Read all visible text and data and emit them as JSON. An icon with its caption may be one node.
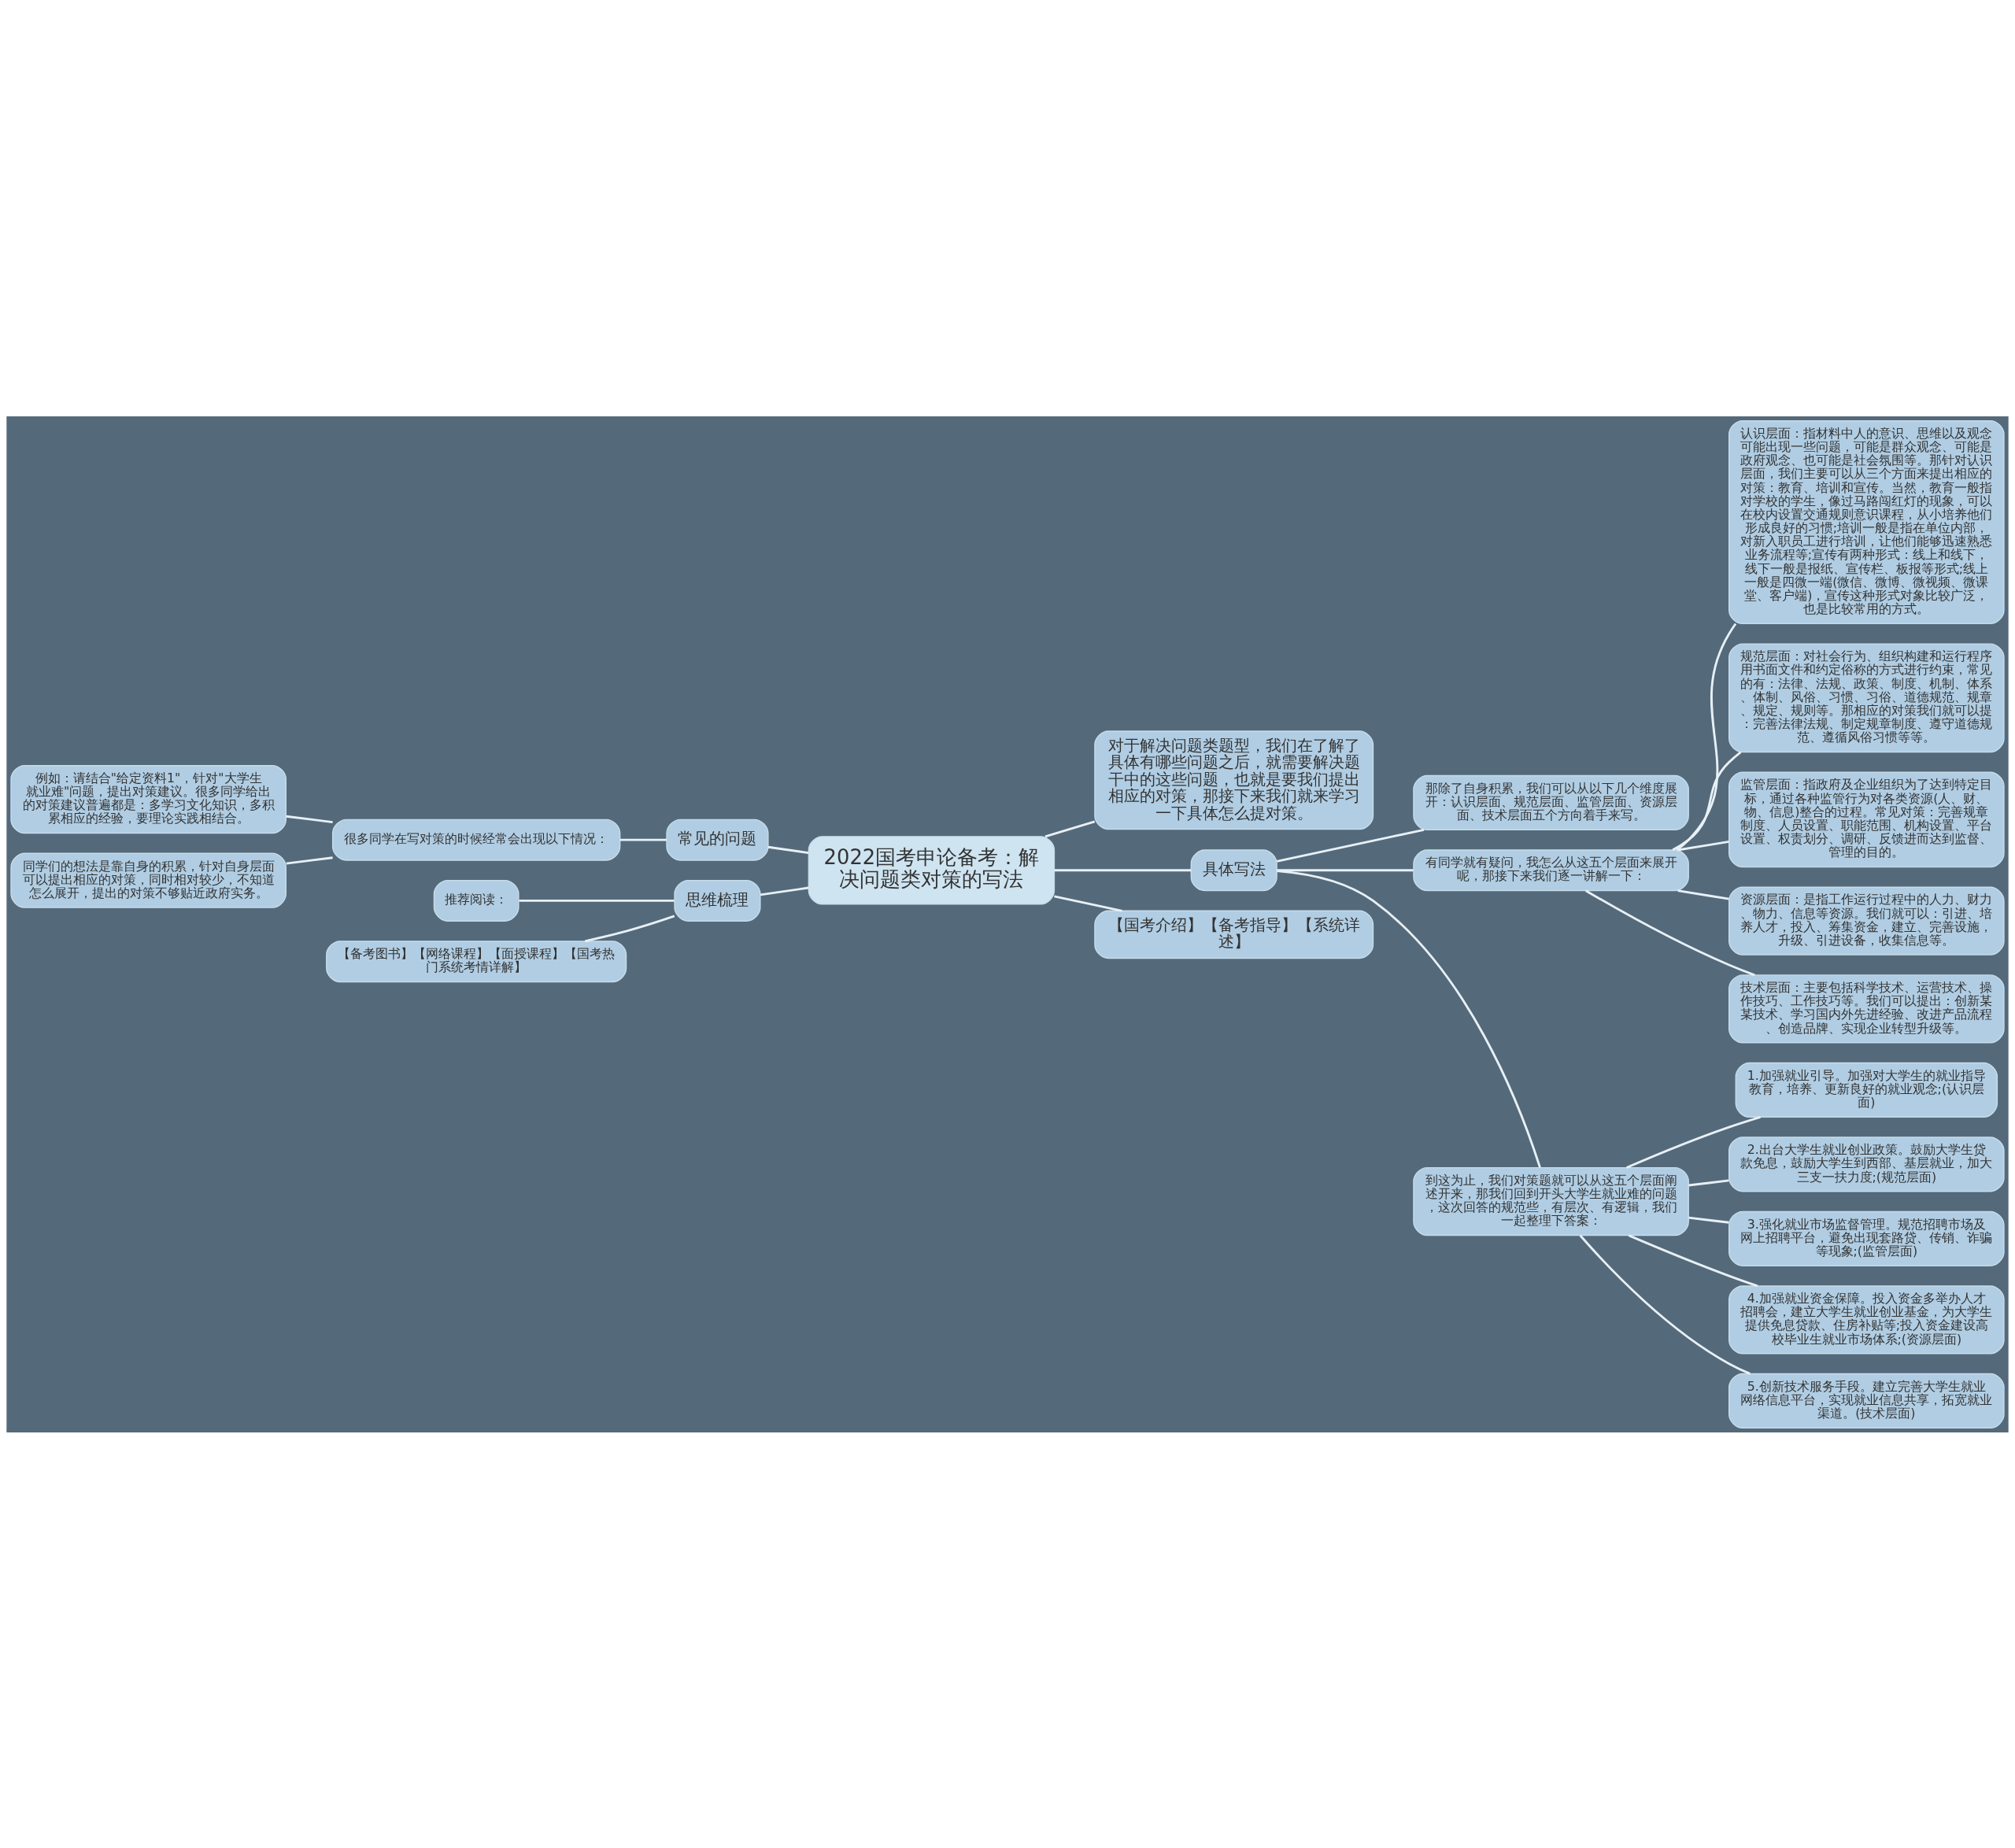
{
  "diagram": {
    "nodes": [
      {
        "text": [
          "2022国考申论备考：解决问题类对策的写法"
        ]
      },
      {
        "text": [
          "对于解决问题类题型，我们在了解了具体有哪些问题之后，就需要解决题干中的这些问题，也就是要我们提出相应的对策，那接下来我们就来学习一下具体怎么提对策。"
        ]
      },
      {
        "text": [
          "具体写法"
        ]
      },
      {
        "text": [
          "那除了自身积累，我们可以从以下几个维度展开：认识层面、规范层面、监管层面、资源层面、技术层面五个方向着手来写。"
        ]
      },
      {
        "text": [
          "有同学就有疑问，我怎么从这五个层面来展开呢，那接下来我们逐一讲解一下："
        ]
      },
      {
        "text": [
          "认识层面：指材料中人的意识、思维以及观念可能出现一些问题，可能是群众观念、可能是政府观念、也可能是社会氛围等。那针对认识层面，我们主要可以从三个方面来提出相应的对策：教育、培训和宣传。当然，教育一般指对学校的学生，像过马路闯红灯的现象，可以在校内设置交通规则意识课程，从小培养他们形成良好的习惯;培训一般是指在单位内部，对新入职员工进行培训，让他们能够迅速熟悉业务流程等;宣传有两种形式：线上和线下，线下一般是报纸、宣传栏、板报等形式;线上一般是四微一端(微信、微博、微视频、微课堂、客户端)，宣传这种形式对象比较广泛，也是比较常用的方式。"
        ]
      },
      {
        "text": [
          "规范层面：对社会行为、组织构建和运行程序用书面文件和约定俗称的方式进行约束，常见的有：法律、法规、政策、制度、机制、体系、体制、风俗、习惯、习俗、道德规范、规章、规定、规则等。那相应的对策我们就可以提：完善法律法规、制定规章制度、遵守道德规范、遵循风俗习惯等等。"
        ]
      },
      {
        "text": [
          "监管层面：指政府及企业组织为了达到特定目标，通过各种监管行为对各类资源(人、财、物、信息)整合的过程。常见对策：完善规章制度、人员设置、职能范围、机构设置、平台设置、权责划分、调研、反馈进而达到监督、管理的目的。"
        ]
      },
      {
        "text": [
          "资源层面：是指工作运行过程中的人力、财力、物力、信息等资源。我们就可以：引进、培养人才，投入、筹集资金，建立、完善设施，升级、引进设备，收集信息等。"
        ]
      },
      {
        "text": [
          "技术层面：主要包括科学技术、运营技术、操作技巧、工作技巧等。我们可以提出：创新某某技术、学习国内外先进经验、改进产品流程、创造品牌、实现企业转型升级等。"
        ]
      },
      {
        "text": [
          "到这为止，我们对策题就可以从这五个层面阐述开来，那我们回到开头大学生就业难的问题，这次回答的规范些，有层次、有逻辑，我们一起整理下答案："
        ]
      },
      {
        "text": [
          "1.加强就业引导。加强对大学生的就业指导教育，培养、更新良好的就业观念;(认识层面)"
        ]
      },
      {
        "text": [
          "2.出台大学生就业创业政策。鼓励大学生贷款免息，鼓励大学生到西部、基层就业，加大三支一扶力度;(规范层面)"
        ]
      },
      {
        "text": [
          "3.强化就业市场监督管理。规范招聘市场及网上招聘平台，避免出现套路贷、传销、诈骗等现象;(监管层面)"
        ]
      },
      {
        "text": [
          "4.加强就业资金保障。投入资金多举办人才招聘会，建立大学生就业创业基金，为大学生提供免息贷款、住房补贴等;投入资金建设高校毕业生就业市场体系;(资源层面)"
        ]
      },
      {
        "text": [
          "5.创新技术服务手段。建立完善大学生就业网络信息平台，实现就业信息共享，拓宽就业渠道。(技术层面)"
        ]
      },
      {
        "text": [
          "【国考介绍】【备考指导】【系统详述】"
        ]
      },
      {
        "text": [
          "常见的问题"
        ]
      },
      {
        "text": [
          "很多同学在写对策的时候经常会出现以下情况："
        ]
      },
      {
        "text": [
          "例如：请结合\"给定资料1\"，针对\"大学生就业难\"问题，提出对策建议。很多同学给出的对策建议普遍都是：多学习文化知识，多积累相应的经验，要理论实践相结合。"
        ]
      },
      {
        "text": [
          "同学们的想法是靠自身的积累，针对自身层面可以提出相应的对策，同时相对较少，不知道怎么展开，提出的对策不够贴近政府实务。"
        ]
      },
      {
        "text": [
          "思维梳理"
        ]
      },
      {
        "text": [
          "推荐阅读："
        ]
      },
      {
        "text": [
          "【备考图书】【网络课程】【面授课程】【国考热门系统考情详解】"
        ]
      }
    ],
    "edges": [
      {
        "from": 0,
        "to": 1,
        "arrow": "none"
      },
      {
        "from": 0,
        "to": 2,
        "arrow": "none"
      },
      {
        "from": 2,
        "to": 3,
        "arrow": "none"
      },
      {
        "from": 2,
        "to": 4,
        "arrow": "none"
      },
      {
        "from": 4,
        "to": 5,
        "arrow": "none"
      },
      {
        "from": 4,
        "to": 6,
        "arrow": "none"
      },
      {
        "from": 4,
        "to": 7,
        "arrow": "none"
      },
      {
        "from": 4,
        "to": 8,
        "arrow": "none"
      },
      {
        "from": 4,
        "to": 9,
        "arrow": "none"
      },
      {
        "from": 2,
        "to": 10,
        "arrow": "none"
      },
      {
        "from": 10,
        "to": 11,
        "arrow": "none"
      },
      {
        "from": 10,
        "to": 12,
        "arrow": "none"
      },
      {
        "from": 10,
        "to": 13,
        "arrow": "none"
      },
      {
        "from": 10,
        "to": 14,
        "arrow": "none"
      },
      {
        "from": 10,
        "to": 15,
        "arrow": "none"
      },
      {
        "from": 0,
        "to": 16,
        "arrow": "none"
      },
      {
        "from": 0,
        "to": 17,
        "arrow": "none"
      },
      {
        "from": 17,
        "to": 18,
        "arrow": "none"
      },
      {
        "from": 18,
        "to": 19,
        "arrow": "none"
      },
      {
        "from": 18,
        "to": 20,
        "arrow": "none"
      },
      {
        "from": 0,
        "to": 21,
        "arrow": "none"
      },
      {
        "from": 21,
        "to": 22,
        "arrow": "none"
      },
      {
        "from": 21,
        "to": 23,
        "arrow": "none"
      }
    ]
  }
}
